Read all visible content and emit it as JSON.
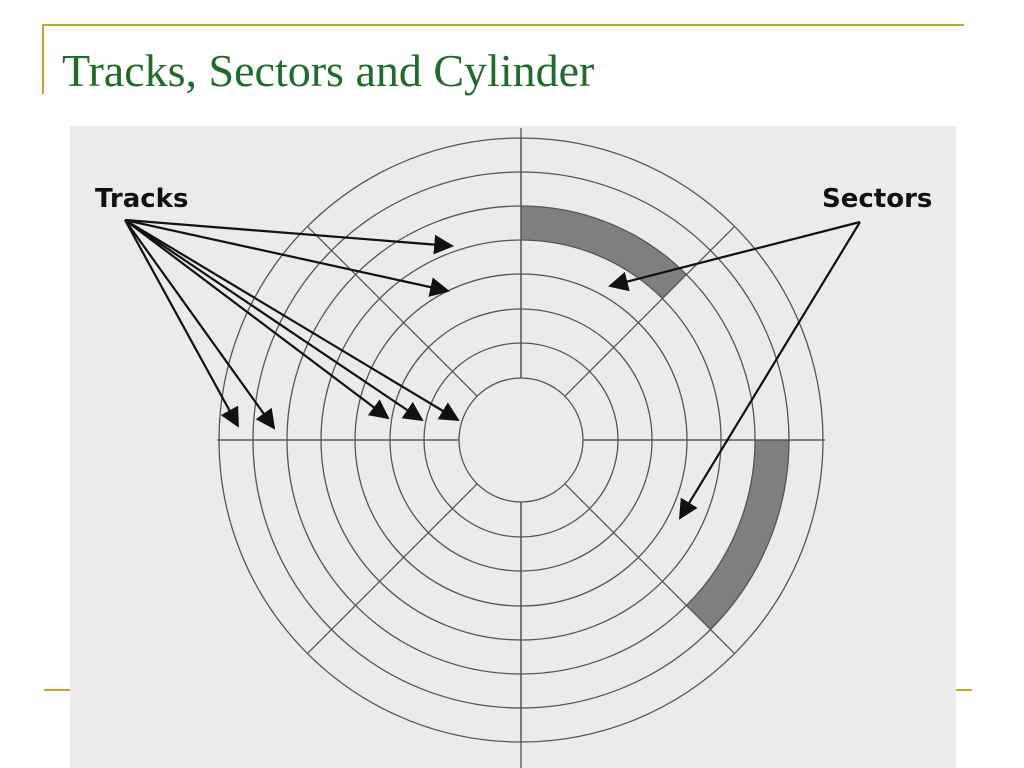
{
  "slide": {
    "title": "Tracks, Sectors and Cylinder"
  },
  "diagram": {
    "tracks_label": "Tracks",
    "sectors_label": "Sectors",
    "track_count": 8,
    "sector_count": 8,
    "highlighted_sector_count": 2,
    "colors": {
      "title": "#1f6b2a",
      "frame_accent": "#c9a227",
      "figure_background": "#ebebeb",
      "line": "#555555",
      "highlight": "#7f7f7f",
      "arrow": "#111111"
    }
  }
}
